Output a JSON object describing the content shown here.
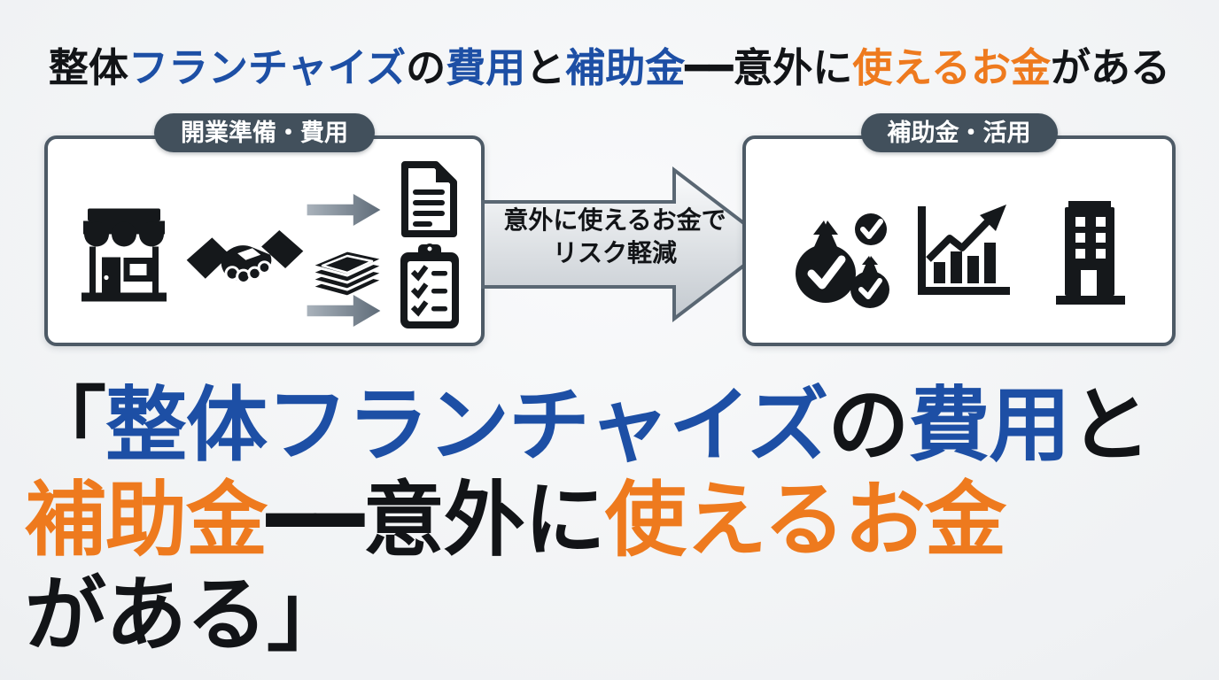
{
  "colors": {
    "blue": "#1d4fa5",
    "orange": "#ee7a1e",
    "black": "#121417",
    "badge_bg": "#42505c",
    "box_border": "#4d5a66",
    "arrow_border": "#5a6773"
  },
  "header": {
    "segments": [
      {
        "text": "整体",
        "color": "black"
      },
      {
        "text": "フランチャイズ",
        "color": "blue"
      },
      {
        "text": "の",
        "color": "black"
      },
      {
        "text": "費用",
        "color": "blue"
      },
      {
        "text": "と",
        "color": "black"
      },
      {
        "text": "補助金",
        "color": "blue"
      },
      {
        "text": "━━意外に",
        "color": "black"
      },
      {
        "text": "使えるお金",
        "color": "orange"
      },
      {
        "text": "がある",
        "color": "black"
      }
    ]
  },
  "left_panel": {
    "badge": "開業準備・費用",
    "icons": [
      "storefront",
      "handshake",
      "money-stack",
      "arrow-right",
      "document",
      "arrow-right",
      "checklist-clipboard"
    ]
  },
  "center_arrow": {
    "line1": "意外に使えるお金で",
    "line2": "リスク軽減"
  },
  "right_panel": {
    "badge": "補助金・活用",
    "icons": [
      "money-bags-check",
      "growth-chart",
      "office-building"
    ]
  },
  "headline": {
    "line1": [
      {
        "text": "「",
        "color": "black"
      },
      {
        "text": "整体フランチャイズ",
        "color": "blue"
      },
      {
        "text": "の",
        "color": "black"
      },
      {
        "text": "費用",
        "color": "blue"
      },
      {
        "text": "と",
        "color": "black"
      }
    ],
    "line2": [
      {
        "text": "補助金",
        "color": "orange"
      },
      {
        "text": "━━意外に",
        "color": "black"
      },
      {
        "text": "使えるお金",
        "color": "orange"
      }
    ],
    "line3": [
      {
        "text": "がある」",
        "color": "black"
      }
    ]
  }
}
